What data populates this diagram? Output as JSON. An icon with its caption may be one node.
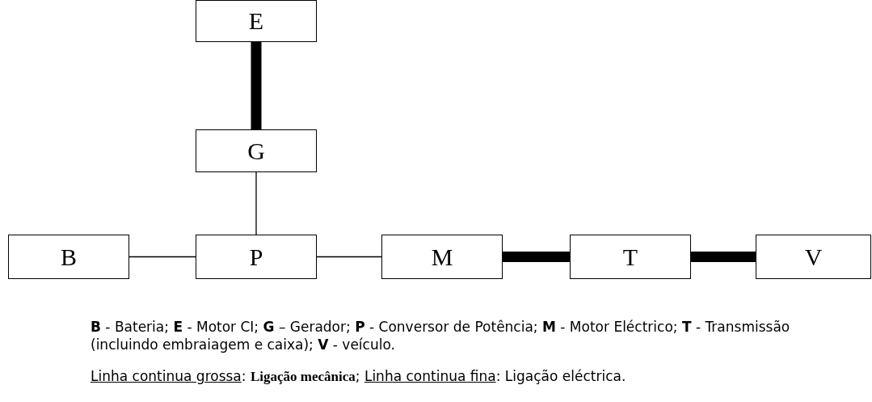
{
  "diagram": {
    "nodes": [
      {
        "text": [
          "E"
        ]
      },
      {
        "text": [
          "G"
        ]
      },
      {
        "text": [
          "B"
        ]
      },
      {
        "text": [
          "P"
        ]
      },
      {
        "text": [
          "M"
        ]
      },
      {
        "text": [
          "T"
        ]
      },
      {
        "text": [
          "V"
        ]
      }
    ],
    "edges": [
      {
        "from": 0,
        "to": 1,
        "arrow": "none",
        "style": "thick"
      },
      {
        "from": 1,
        "to": 3,
        "arrow": "none"
      },
      {
        "from": 2,
        "to": 3,
        "arrow": "none"
      },
      {
        "from": 3,
        "to": 4,
        "arrow": "none"
      },
      {
        "from": 4,
        "to": 5,
        "arrow": "none",
        "style": "thick"
      },
      {
        "from": 5,
        "to": 6,
        "arrow": "none",
        "style": "thick"
      }
    ],
    "labels": [
      "**B** - Bateria;  **E** - Motor CI;  **G** – Gerador; **P** - Conversor de Potência; **M** - Motor Eléctrico; **T** - Transmissão (incluindo embraiagem e caixa);  **V** - veículo.",
      "Linha continua grossa",
      ":",
      "Ligação mecânica",
      ";",
      "Linha continua fina",
      ":",
      "Ligação eléctrica."
    ]
  }
}
